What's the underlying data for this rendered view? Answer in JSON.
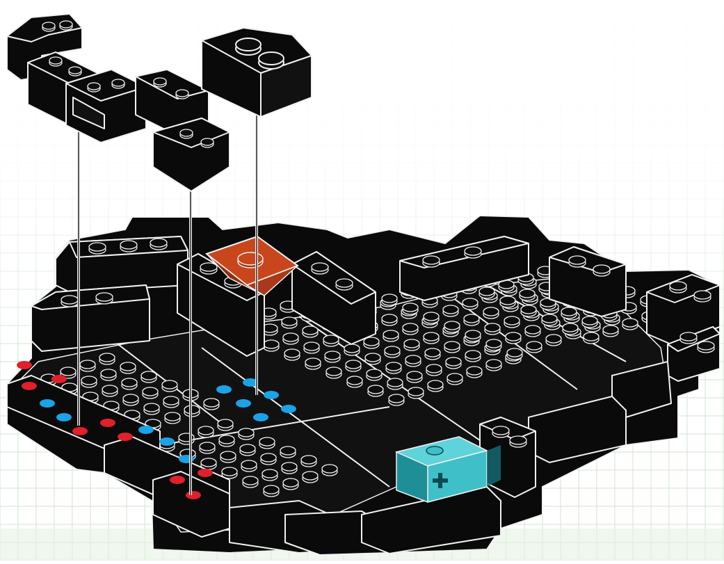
{
  "colors": {
    "background": "#ffffff",
    "grid_line": "#cfe6cf",
    "grid_fade_bottom": "#e6f2e2",
    "brick_fill": "#0a0a0a",
    "brick_outline": "#f2f2f2",
    "stud_fill": "#0d0d0d",
    "accent_red_dot": "#e0202a",
    "accent_blue_dot": "#1aa3e8",
    "orange_tile": "#c9461d",
    "orange_tile_dark": "#8f2e10",
    "teal_brick": "#3fc0c8",
    "teal_brick_dark": "#1f8f97",
    "guide_line": "#1a1a1a"
  },
  "figure": {
    "subject": "exploded-assembly-brick-baseplate",
    "loose_parts": [
      "l-shaped-brick-cluster",
      "single-2x2-brick"
    ],
    "placed_parts": [
      "orange-inverted-slope-tile",
      "teal-technic-axle-brick"
    ],
    "marker_dots": [
      "red",
      "blue"
    ]
  }
}
